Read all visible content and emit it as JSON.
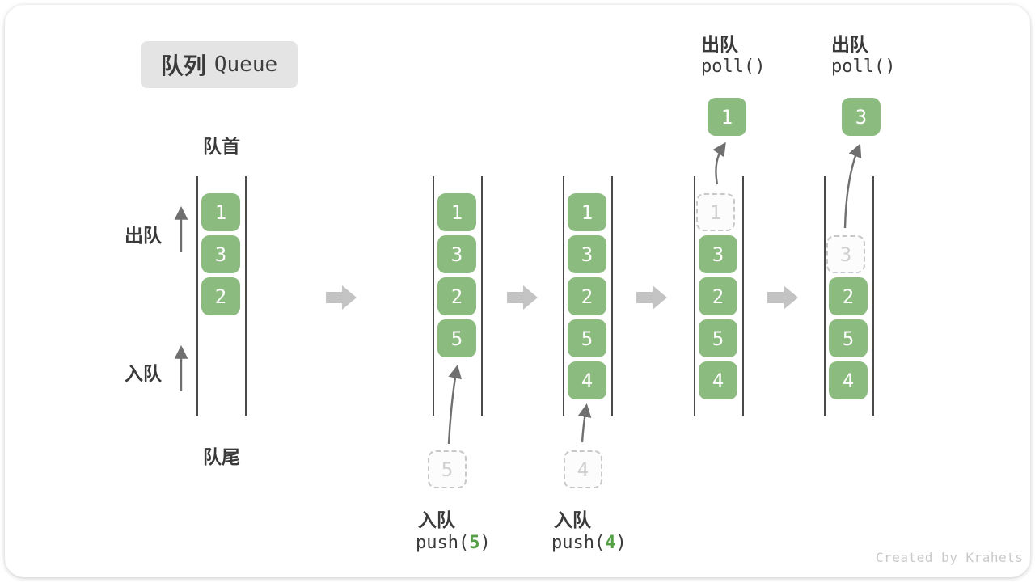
{
  "title": {
    "zh": "队列",
    "en": "Queue"
  },
  "labels": {
    "front": "队首",
    "rear": "队尾",
    "dequeue": "出队",
    "enqueue": "入队"
  },
  "watermark": "Created by Krahets",
  "colors": {
    "box_green": "#8cbb7f",
    "digit_green": "#55a047",
    "big_arrow": "#c3c3c3",
    "wall": "#4a4a4a",
    "dashed": "#c8c8c8",
    "text": "#3a3a3a",
    "badge_bg": "#e4e4e4",
    "watermark": "#c9c9c9"
  },
  "states": [
    {
      "name": "initial",
      "slots": [
        "1",
        "3",
        "2"
      ]
    },
    {
      "name": "after-push-5",
      "slots": [
        "1",
        "3",
        "2",
        "5"
      ],
      "incoming": "5",
      "annotation": {
        "action": "入队",
        "code_pre": "push(",
        "code_arg": "5",
        "code_post": ")"
      }
    },
    {
      "name": "after-push-4",
      "slots": [
        "1",
        "3",
        "2",
        "5",
        "4"
      ],
      "incoming": "4",
      "annotation": {
        "action": "入队",
        "code_pre": "push(",
        "code_arg": "4",
        "code_post": ")"
      }
    },
    {
      "name": "after-poll-1",
      "dashed_slot": {
        "index": 0,
        "value": "1"
      },
      "slots": [
        "3",
        "2",
        "5",
        "4"
      ],
      "floating": "1",
      "annotation": {
        "action": "出队",
        "code": "poll()"
      }
    },
    {
      "name": "after-poll-3",
      "dashed_slot": {
        "index": 1,
        "value": "3"
      },
      "slots": [
        "2",
        "5",
        "4"
      ],
      "floating": "3",
      "annotation": {
        "action": "出队",
        "code": "poll()"
      }
    }
  ]
}
